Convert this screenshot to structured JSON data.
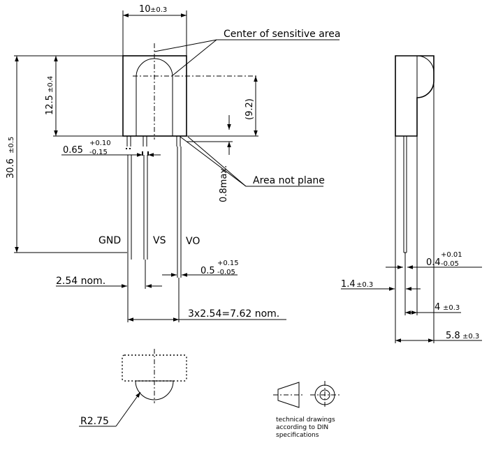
{
  "dimensions": {
    "width_top": {
      "main": "10",
      "tol": "±0.3"
    },
    "height_total": {
      "main": "30.6",
      "tol": "±0.5"
    },
    "height_body": {
      "main": "12.5",
      "tol": "±0.4"
    },
    "center_height": "(9.2)",
    "pin_width": {
      "main": "0.65",
      "tol_upper": "+0.10",
      "tol_lower": "-0.15"
    },
    "area_height": "0.8max.",
    "pin_thickness_front": {
      "main": "0.5",
      "tol_upper": "+0.15",
      "tol_lower": "-0.05"
    },
    "pitch": "2.54 nom.",
    "pitch_total": "3x2.54=7.62 nom.",
    "pin_thickness_side": {
      "main": "0.4",
      "tol_upper": "+0.01",
      "tol_lower": "-0.05"
    },
    "side_offset": {
      "main": "1.4",
      "tol": "±0.3"
    },
    "side_depth": {
      "main": "4",
      "tol": "±0.3"
    },
    "side_total": {
      "main": "5.8",
      "tol": "±0.3"
    },
    "radius": "R2.75"
  },
  "labels": {
    "center_sensitive": "Center of sensitive area",
    "area_not_plane": "Area not plane",
    "pin_gnd": "GND",
    "pin_vs": "VS",
    "pin_vo": "VO"
  },
  "din_note": [
    "technical drawings",
    "according to DIN",
    "specifications"
  ]
}
